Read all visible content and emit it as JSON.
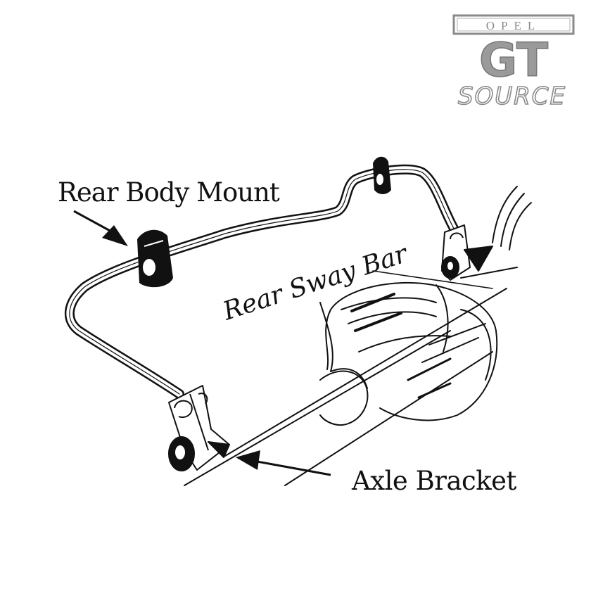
{
  "logo": {
    "line1": "OPEL",
    "line2": "GT",
    "line3": "SOURCE"
  },
  "labels": {
    "rear_body_mount": "Rear Body Mount",
    "rear_sway_bar": "Rear Sway Bar",
    "axle_bracket": "Axle Bracket"
  },
  "colors": {
    "ink": "#111111",
    "logo_gray": "#9a9a9a"
  }
}
